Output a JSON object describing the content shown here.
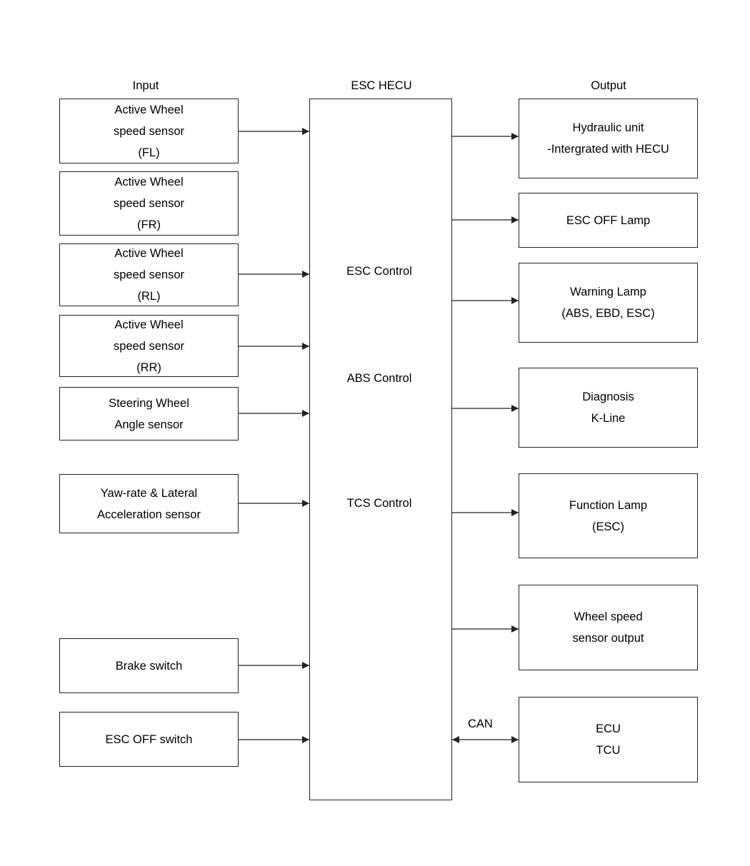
{
  "headers": {
    "input": "Input",
    "hecu": "ESC HECU",
    "output": "Output"
  },
  "hecu_controls": [
    "ESC Control",
    "ABS Control",
    "TCS Control"
  ],
  "inputs": [
    {
      "lines": [
        "Active Wheel",
        "speed sensor",
        "(FL)"
      ]
    },
    {
      "lines": [
        "Active Wheel",
        "speed sensor",
        "(FR)"
      ]
    },
    {
      "lines": [
        "Active Wheel",
        "speed sensor",
        "(RL)"
      ]
    },
    {
      "lines": [
        "Active Wheel",
        "speed sensor",
        "(RR)"
      ]
    },
    {
      "lines": [
        "Steering Wheel",
        "Angle sensor"
      ]
    },
    {
      "lines": [
        "Yaw-rate & Lateral",
        "Acceleration sensor"
      ]
    },
    {
      "lines": [
        "Brake switch"
      ]
    },
    {
      "lines": [
        "ESC OFF switch"
      ]
    }
  ],
  "outputs": [
    {
      "lines": [
        "Hydraulic unit",
        "-Intergrated with HECU"
      ]
    },
    {
      "lines": [
        "ESC OFF Lamp"
      ]
    },
    {
      "lines": [
        "Warning Lamp",
        "(ABS, EBD, ESC)"
      ]
    },
    {
      "lines": [
        "Diagnosis",
        "K-Line"
      ]
    },
    {
      "lines": [
        "Function Lamp",
        "(ESC)"
      ]
    },
    {
      "lines": [
        "Wheel speed",
        "sensor output"
      ]
    },
    {
      "lines": [
        "ECU",
        "TCU"
      ]
    }
  ],
  "can_label": "CAN"
}
